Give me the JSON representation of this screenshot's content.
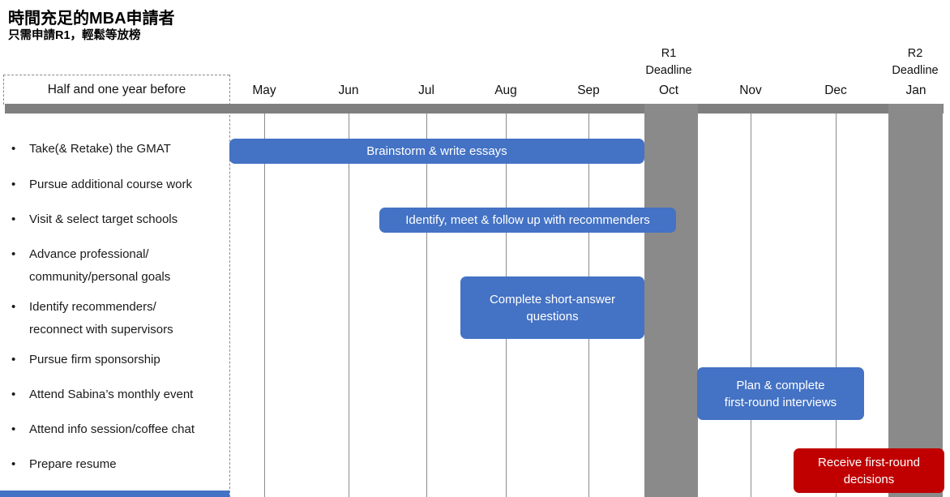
{
  "title": "時間充足的MBA申請者",
  "subtitle": "只需申請R1，輕鬆等放榜",
  "left_column": {
    "header": "Half and one year before",
    "bullet": "•",
    "items": [
      {
        "lines": [
          "Take(& Retake) the GMAT"
        ]
      },
      {
        "lines": [
          "Pursue additional course work"
        ]
      },
      {
        "lines": [
          "Visit & select target schools"
        ]
      },
      {
        "lines": [
          "Advance professional/",
          "community/personal goals"
        ]
      },
      {
        "lines": [
          "Identify recommenders/",
          "reconnect with supervisors"
        ]
      },
      {
        "lines": [
          "Pursue firm sponsorship"
        ]
      },
      {
        "lines": [
          "Attend Sabina’s monthly event"
        ]
      },
      {
        "lines": [
          "Attend info session/coffee chat"
        ]
      },
      {
        "lines": [
          "Prepare resume"
        ]
      }
    ]
  },
  "timeline": {
    "months": [
      "May",
      "Jun",
      "Jul",
      "Aug",
      "Sep",
      "Oct",
      "Nov",
      "Dec",
      "Jan"
    ],
    "r1": {
      "line1": "R1",
      "line2": "Deadline"
    },
    "r2": {
      "line1": "R2",
      "line2": "Deadline"
    }
  },
  "bars": {
    "brainstorm": "Brainstorm & write essays",
    "recommenders": "Identify, meet & follow up with recommenders",
    "short_answer_line1": "Complete short-answer",
    "short_answer_line2": "questions",
    "interviews_line1": "Plan & complete",
    "interviews_line2": "first-round interviews",
    "decisions_line1": "Receive first-round",
    "decisions_line2": "decisions"
  },
  "colors": {
    "bar_blue": "#4472C4",
    "bar_red": "#C00000",
    "deadline_band_gray": "#8A8A8A",
    "timeline_bar_gray": "#7F7F7F"
  },
  "chart_data": {
    "type": "bar",
    "variant": "gantt-timeline",
    "title": "時間充足的MBA申請者 — 只需申請R1，輕鬆等放榜",
    "categories": [
      "May",
      "Jun",
      "Jul",
      "Aug",
      "Sep",
      "Oct",
      "Nov",
      "Dec",
      "Jan"
    ],
    "row_axis_title": "Half and one year before",
    "row_labels": [
      "Take(& Retake) the GMAT",
      "Pursue additional course work",
      "Visit & select target schools",
      "Advance professional/community/personal goals",
      "Identify recommenders/reconnect with supervisors",
      "Pursue firm sponsorship",
      "Attend Sabina’s monthly event",
      "Attend info session/coffee chat",
      "Prepare resume"
    ],
    "milestone_bands": [
      {
        "label": "R1 Deadline",
        "at": "Oct",
        "color": "#8A8A8A"
      },
      {
        "label": "R2 Deadline",
        "at": "Jan",
        "color": "#8A8A8A"
      }
    ],
    "series": [
      {
        "name": "Brainstorm & write essays",
        "start": "May",
        "end": "late Sep",
        "color": "#4472C4"
      },
      {
        "name": "Identify, meet & follow up with recommenders",
        "start": "mid Jun",
        "end": "mid Oct",
        "color": "#4472C4"
      },
      {
        "name": "Complete short-answer questions",
        "start": "late Jul",
        "end": "late Sep",
        "color": "#4472C4"
      },
      {
        "name": "Plan & complete first-round interviews",
        "start": "Nov",
        "end": "mid Dec",
        "color": "#4472C4"
      },
      {
        "name": "Receive first-round decisions",
        "start": "early Dec",
        "end": "late Jan",
        "color": "#C00000"
      }
    ],
    "legend_position": "none",
    "grid": "vertical-month-lines"
  }
}
